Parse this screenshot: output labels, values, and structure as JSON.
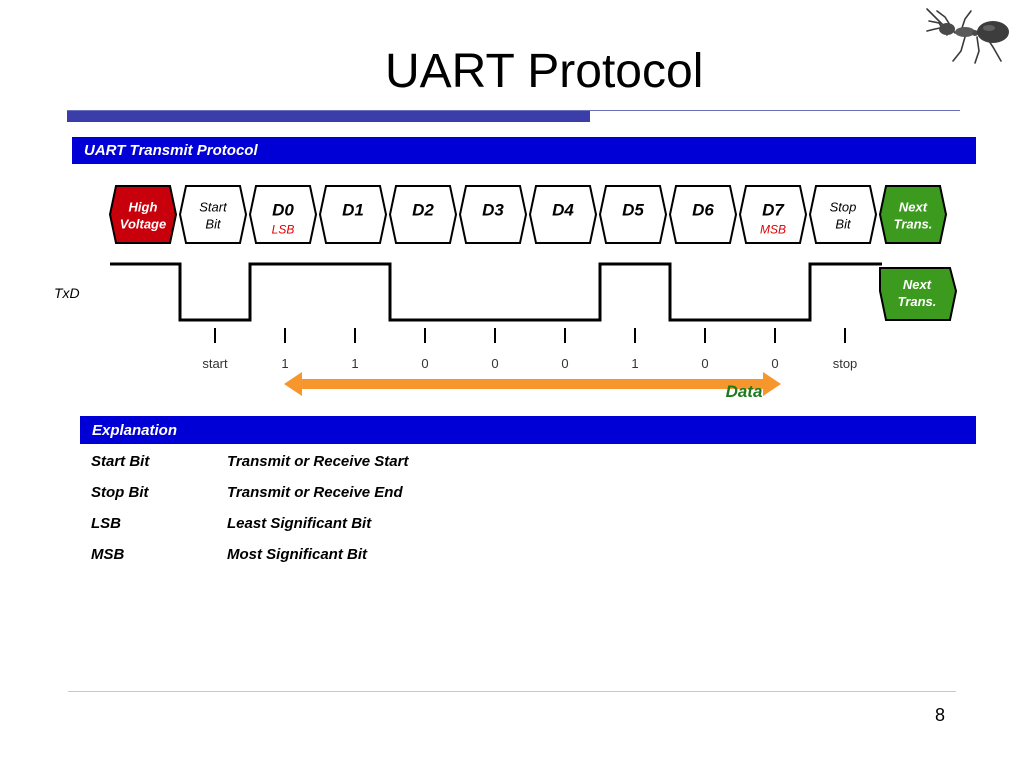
{
  "slide": {
    "title": "UART Protocol",
    "page_number": "8",
    "corner_image": "ant-illustration"
  },
  "protocol_panel": {
    "header": "UART Transmit Protocol",
    "frames": [
      {
        "line1": "High",
        "line2": "Voltage",
        "kind": "idle",
        "color": "#c8000c"
      },
      {
        "line1": "Start",
        "line2": "Bit",
        "kind": "control",
        "color": "#ffffff"
      },
      {
        "line1": "D0",
        "sub": "LSB",
        "kind": "data",
        "color": "#ffffff"
      },
      {
        "line1": "D1",
        "kind": "data",
        "color": "#ffffff"
      },
      {
        "line1": "D2",
        "kind": "data",
        "color": "#ffffff"
      },
      {
        "line1": "D3",
        "kind": "data",
        "color": "#ffffff"
      },
      {
        "line1": "D4",
        "kind": "data",
        "color": "#ffffff"
      },
      {
        "line1": "D5",
        "kind": "data",
        "color": "#ffffff"
      },
      {
        "line1": "D6",
        "kind": "data",
        "color": "#ffffff"
      },
      {
        "line1": "D7",
        "sub": "MSB",
        "kind": "data",
        "color": "#ffffff"
      },
      {
        "line1": "Stop",
        "line2": "Bit",
        "kind": "control",
        "color": "#ffffff"
      },
      {
        "line1": "Next",
        "line2": "Trans.",
        "kind": "next",
        "color": "#3c9a1e"
      }
    ],
    "signal_label": "TxD",
    "bit_labels": [
      "start",
      "1",
      "1",
      "0",
      "0",
      "0",
      "1",
      "0",
      "0",
      "stop"
    ],
    "next_trans": {
      "line1": "Next",
      "line2": "Trans.",
      "color": "#3c9a1e"
    },
    "data_arrow": {
      "label": "Data",
      "color": "#f7962c",
      "label_color": "#1e7a1e"
    }
  },
  "explanation": {
    "header": "Explanation",
    "rows": [
      {
        "term": "Start Bit",
        "desc": "Transmit or Receive Start"
      },
      {
        "term": "Stop Bit",
        "desc": "Transmit or Receive End"
      },
      {
        "term": "LSB",
        "desc": "Least Significant Bit"
      },
      {
        "term": "MSB",
        "desc": "Most Significant Bit"
      }
    ]
  },
  "colors": {
    "header_bar": "#0000d6",
    "title_rule": "#3b3ea8",
    "sub_label_red": "#e00000"
  }
}
